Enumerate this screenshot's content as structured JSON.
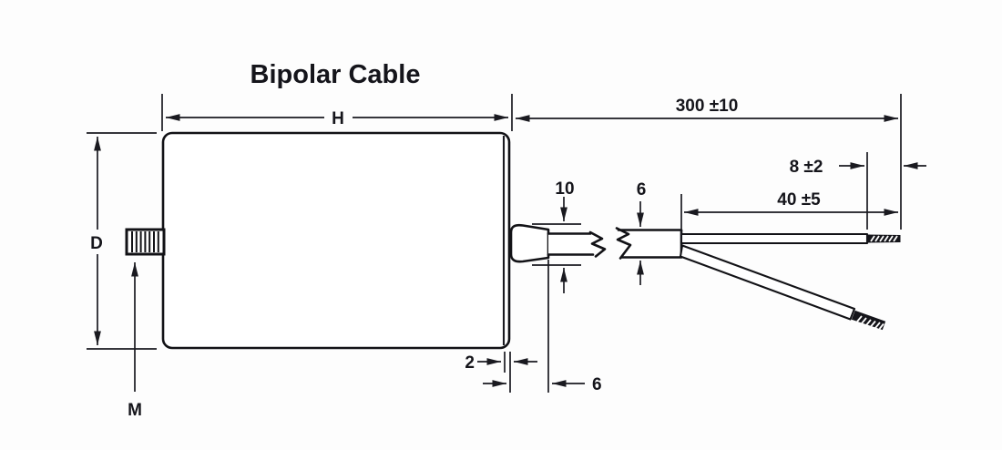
{
  "diagram": {
    "title": "Bipolar Cable",
    "colors": {
      "line": "#121216",
      "text": "#15151b",
      "background": "#fdfdfd"
    },
    "dimensions": {
      "body_length": "H",
      "body_diameter": "D",
      "stud_thread": "M",
      "cable_length": "300 ±10",
      "stripped_tip_length": "8 ±2",
      "split_lead_length": "40 ±5",
      "grommet_diameter": "10",
      "cable_diameter": "6",
      "end_seal_thickness": "2",
      "grommet_protrusion": "6"
    }
  }
}
